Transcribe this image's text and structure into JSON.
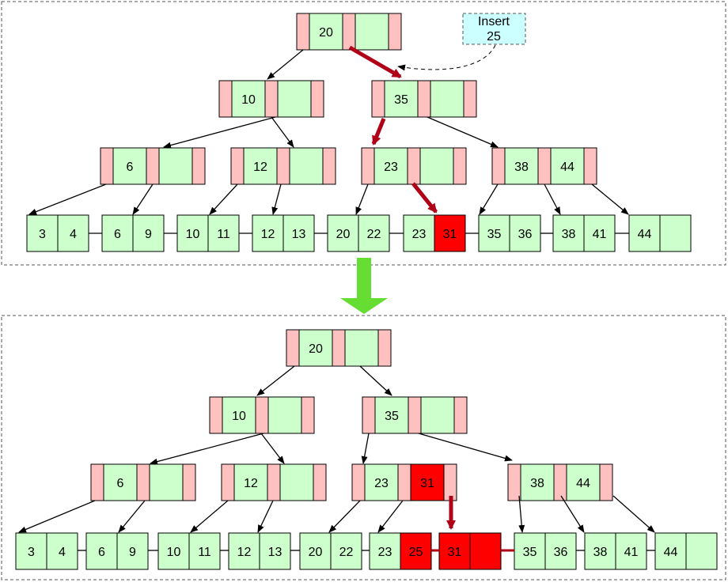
{
  "colors": {
    "key_cell": "#ccffcc",
    "pointer_cell": "#ffc0c0",
    "highlight": "#ff0000",
    "path_arrow": "#b00018",
    "transition_arrow": "#66dd33",
    "callout_fill": "#ccffff"
  },
  "callout": {
    "line1": "Insert",
    "line2": "25"
  },
  "before": {
    "root": {
      "keys": [
        "20",
        ""
      ]
    },
    "internal": [
      {
        "keys": [
          "10",
          ""
        ]
      },
      {
        "keys": [
          "35",
          ""
        ]
      }
    ],
    "lower": [
      {
        "keys": [
          "6",
          ""
        ]
      },
      {
        "keys": [
          "12",
          ""
        ]
      },
      {
        "keys": [
          "23",
          ""
        ]
      },
      {
        "keys": [
          "38",
          "44"
        ]
      }
    ],
    "leaves": [
      {
        "keys": [
          "3",
          "4"
        ]
      },
      {
        "keys": [
          "6",
          "9"
        ]
      },
      {
        "keys": [
          "10",
          "11"
        ]
      },
      {
        "keys": [
          "12",
          "13"
        ]
      },
      {
        "keys": [
          "20",
          "22"
        ]
      },
      {
        "keys": [
          "23",
          "31"
        ],
        "highlight": [
          1
        ]
      },
      {
        "keys": [
          "35",
          "36"
        ]
      },
      {
        "keys": [
          "38",
          "41"
        ]
      },
      {
        "keys": [
          "44",
          ""
        ]
      }
    ]
  },
  "after": {
    "root": {
      "keys": [
        "20",
        ""
      ]
    },
    "internal": [
      {
        "keys": [
          "10",
          ""
        ]
      },
      {
        "keys": [
          "35",
          ""
        ]
      }
    ],
    "lower": [
      {
        "keys": [
          "6",
          ""
        ]
      },
      {
        "keys": [
          "12",
          ""
        ]
      },
      {
        "keys": [
          "23",
          "31"
        ],
        "highlight": [
          1
        ]
      },
      {
        "keys": [
          "38",
          "44"
        ]
      }
    ],
    "leaves": [
      {
        "keys": [
          "3",
          "4"
        ]
      },
      {
        "keys": [
          "6",
          "9"
        ]
      },
      {
        "keys": [
          "10",
          "11"
        ]
      },
      {
        "keys": [
          "12",
          "13"
        ]
      },
      {
        "keys": [
          "20",
          "22"
        ]
      },
      {
        "keys": [
          "23",
          "25"
        ],
        "highlight": [
          1
        ]
      },
      {
        "keys": [
          "31",
          ""
        ],
        "highlight": [
          0,
          1
        ]
      },
      {
        "keys": [
          "35",
          "36"
        ]
      },
      {
        "keys": [
          "38",
          "41"
        ]
      },
      {
        "keys": [
          "44",
          ""
        ]
      }
    ]
  }
}
